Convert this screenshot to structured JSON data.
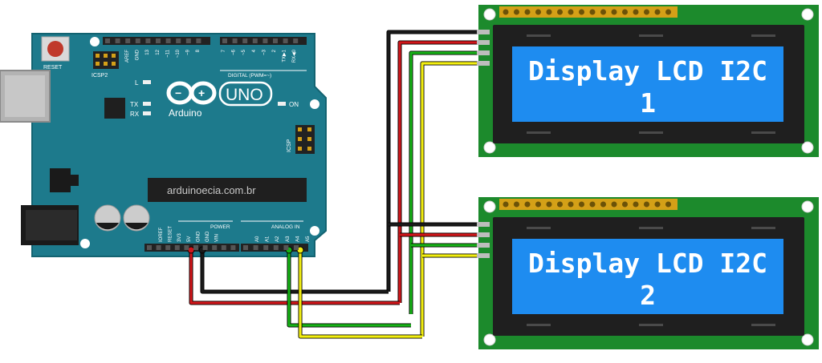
{
  "board": {
    "reset_label": "RESET",
    "icsp2_label": "ICSP2",
    "digital_label": "DIGITAL (PWM=~)",
    "power_label": "POWER",
    "analog_label": "ANALOG IN",
    "logo_text": "Arduino",
    "model_text": "UNO",
    "watermark": "arduinoecia.com.br",
    "led_l": "L",
    "led_tx": "TX",
    "led_rx": "RX",
    "led_on": "ON",
    "icsp_label": "ICSP",
    "top_header_left": [
      "AREF",
      "GND",
      "13",
      "12",
      "~11",
      "~10",
      "~9",
      "8"
    ],
    "top_header_right": [
      "7",
      "~6",
      "~5",
      "4",
      "~3",
      "2",
      "TX▶1",
      "RX◀0"
    ],
    "power_pins": [
      "IOREF",
      "RESET",
      "3V3",
      "5V",
      "GND",
      "GND",
      "VIN"
    ],
    "analog_pins": [
      "A0",
      "A1",
      "A2",
      "A3",
      "A4",
      "A5"
    ]
  },
  "displays": [
    {
      "line1": "Display LCD I2C",
      "line2": "1"
    },
    {
      "line1": "Display LCD I2C",
      "line2": "2"
    }
  ],
  "wires": [
    {
      "name": "gnd",
      "color": "#1a1a1a"
    },
    {
      "name": "vcc",
      "color": "#d0161a"
    },
    {
      "name": "sda",
      "color": "#16b216"
    },
    {
      "name": "scl",
      "color": "#f2ee10"
    }
  ],
  "colors": {
    "board": "#1d7a8c",
    "board_edge": "#136371",
    "lcd_pcb": "#1c8a2c",
    "lcd_bezel": "#1f1f1f",
    "lcd_screen": "#1e8cf0"
  }
}
